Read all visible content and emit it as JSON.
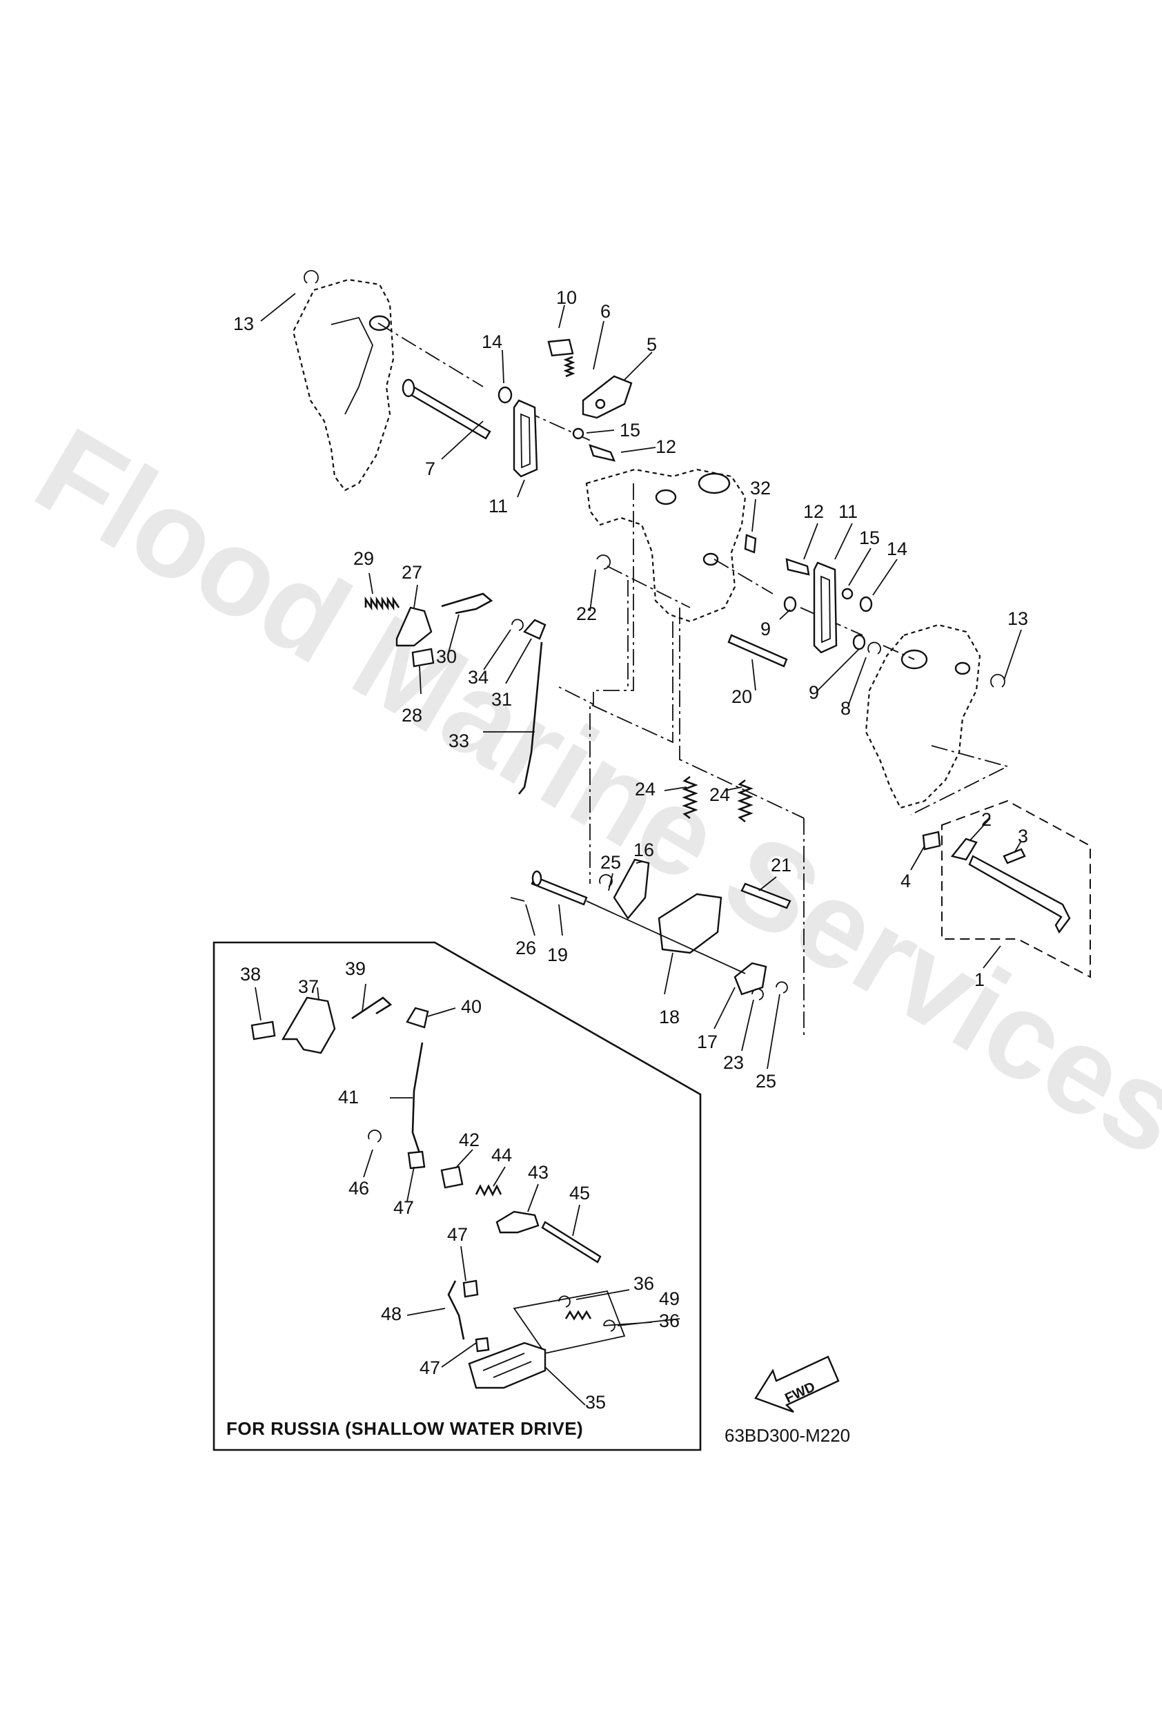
{
  "diagram": {
    "watermark": "Flood Marine Services",
    "box_title": "FOR RUSSIA (SHALLOW WATER DRIVE)",
    "drawing_code": "63BD300-M220",
    "fwd_label": "FWD",
    "callouts": [
      "1",
      "2",
      "3",
      "4",
      "5",
      "6",
      "7",
      "8",
      "9",
      "9",
      "10",
      "11",
      "11",
      "12",
      "12",
      "13",
      "13",
      "14",
      "14",
      "15",
      "15",
      "16",
      "17",
      "18",
      "19",
      "20",
      "21",
      "22",
      "23",
      "24",
      "24",
      "25",
      "25",
      "26",
      "27",
      "28",
      "29",
      "30",
      "31",
      "32",
      "33",
      "34",
      "35",
      "36",
      "36",
      "37",
      "38",
      "39",
      "40",
      "41",
      "42",
      "43",
      "44",
      "45",
      "46",
      "47",
      "47",
      "47",
      "48",
      "49"
    ]
  }
}
